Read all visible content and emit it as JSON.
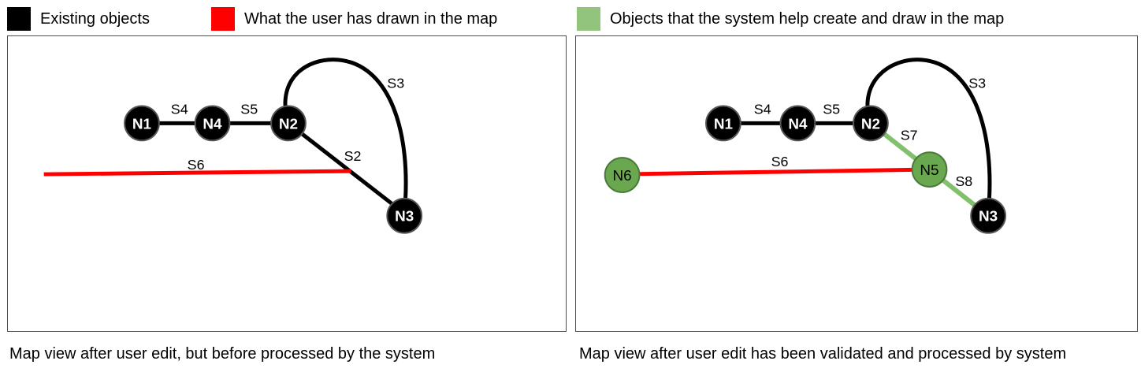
{
  "colors": {
    "existing": "#000000",
    "user_drawn": "#ff0000",
    "system_created": "#82c06e",
    "node_green_fill": "#6aa84f",
    "node_green_stroke": "#4a7a3a",
    "panel_border": "#4d4d4d"
  },
  "legend": [
    {
      "label": "Existing objects",
      "color": "#000000"
    },
    {
      "label": "What the user has drawn in the map",
      "color": "#ff0000"
    },
    {
      "label": "Objects that the system help create and draw in the map",
      "color": "#93c47d"
    }
  ],
  "panels": {
    "left": {
      "caption": "Map view after user edit, but before processed by the system",
      "nodes": [
        "N1",
        "N4",
        "N2",
        "N3"
      ],
      "edges": [
        "S4",
        "S5",
        "S3",
        "S2",
        "S6"
      ]
    },
    "right": {
      "caption": "Map view after user edit has been validated and processed by system",
      "nodes": [
        "N1",
        "N4",
        "N2",
        "N3",
        "N5",
        "N6"
      ],
      "edges": [
        "S4",
        "S5",
        "S3",
        "S7",
        "S8",
        "S6"
      ]
    }
  }
}
